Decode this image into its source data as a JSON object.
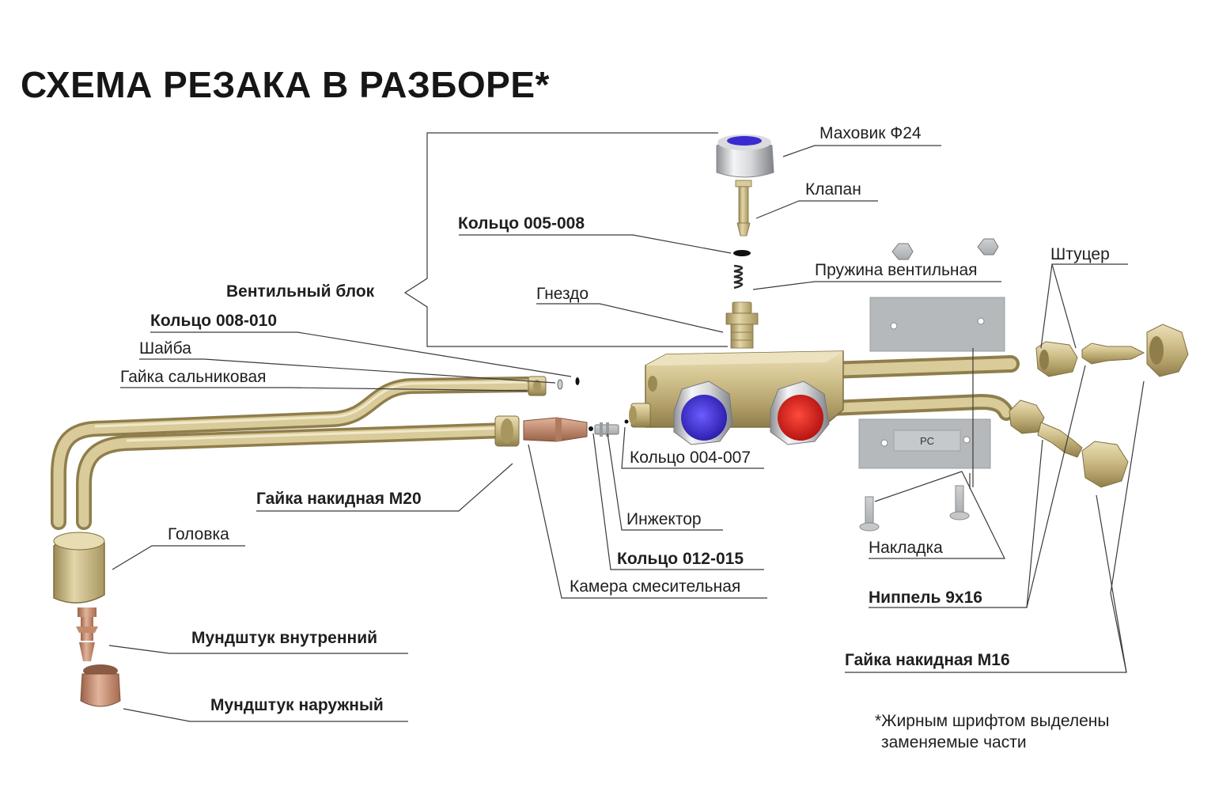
{
  "title": "СХЕМА РЕЗАКА В РАЗБОРЕ*",
  "labels": {
    "mahovik": "Маховик Ф24",
    "klapan": "Клапан",
    "koltso_005": "Кольцо 005-008",
    "pruzhina": "Пружина вентильная",
    "shtutser": "Штуцер",
    "ventil_block": "Вентильный блок",
    "gnezdo": "Гнездо",
    "koltso_008": "Кольцо 008-010",
    "shayba": "Шайба",
    "gayka_salnik": "Гайка сальниковая",
    "koltso_004": "Кольцо 004-007",
    "gayka_m20": "Гайка накидная М20",
    "injector": "Инжектор",
    "golovka": "Головка",
    "nakladka": "Накладка",
    "koltso_012": "Кольцо 012-015",
    "kamera": "Камера смесительная",
    "nippel": "Ниппель 9х16",
    "mundshtuk_vn": "Мундштук внутренний",
    "gayka_m16": "Гайка накидная М16",
    "mundshtuk_nar": "Мундштук наружный",
    "plate_marking": "PC"
  },
  "footnote": {
    "line1": "*Жирным шрифтом выделены",
    "line2": "заменяемые части"
  },
  "colors": {
    "brass": "#c9b98a",
    "copper": "#c58a6c",
    "steel": "#b9bcbf",
    "knob_oxygen": "#3a2bd0",
    "knob_fuel": "#d42222",
    "leader": "#3a3a3a"
  }
}
